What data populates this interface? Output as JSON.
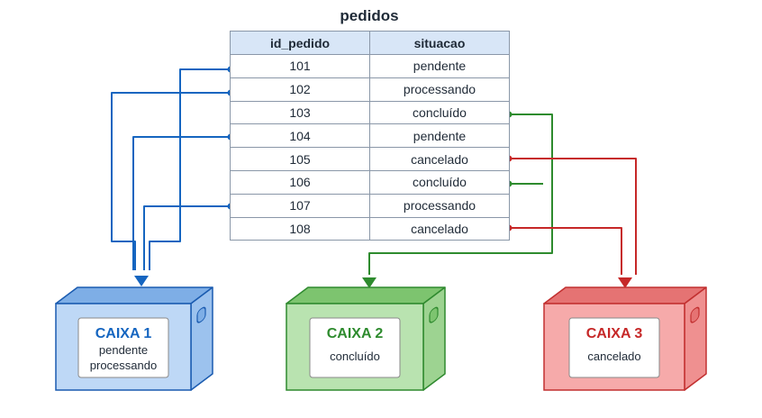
{
  "table": {
    "title": "pedidos",
    "headers": [
      "id_pedido",
      "situacao"
    ],
    "rows": [
      {
        "id": "101",
        "status": "pendente",
        "box": 0
      },
      {
        "id": "102",
        "status": "processando",
        "box": 0
      },
      {
        "id": "103",
        "status": "concluído",
        "box": 1
      },
      {
        "id": "104",
        "status": "pendente",
        "box": 0
      },
      {
        "id": "105",
        "status": "cancelado",
        "box": 2
      },
      {
        "id": "106",
        "status": "concluído",
        "box": 1
      },
      {
        "id": "107",
        "status": "processando",
        "box": 0
      },
      {
        "id": "108",
        "status": "cancelado",
        "box": 2
      }
    ]
  },
  "boxes": [
    {
      "title": "CAIXA 1",
      "lines": [
        "pendente",
        "processando"
      ],
      "color": "#1565c0",
      "front": "#bed8f6",
      "top": "#7eaee6",
      "side": "#9cc2ee",
      "stroke": "#1a5bb0"
    },
    {
      "title": "CAIXA 2",
      "lines": [
        "concluído"
      ],
      "color": "#2e8b2e",
      "front": "#b9e3b0",
      "top": "#7dc46f",
      "side": "#9dd391",
      "stroke": "#2f8a2f"
    },
    {
      "title": "CAIXA 3",
      "lines": [
        "cancelado"
      ],
      "color": "#c62828",
      "front": "#f6aaaa",
      "top": "#e57373",
      "side": "#ef9090",
      "stroke": "#c23030"
    }
  ]
}
